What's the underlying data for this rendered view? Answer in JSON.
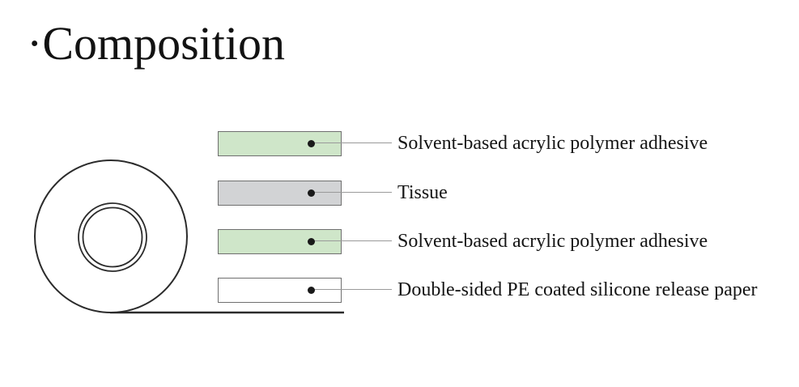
{
  "title": {
    "text": "·Composition"
  },
  "diagram": {
    "layers": [
      {
        "label": "Solvent-based acrylic polymer adhesive",
        "fill": "#cfe6c9"
      },
      {
        "label": "Tissue",
        "fill": "#d2d3d5"
      },
      {
        "label": "Solvent-based acrylic polymer adhesive",
        "fill": "#cfe6c9"
      },
      {
        "label": "Double-sided PE coated silicone release paper",
        "fill": "#ffffff"
      }
    ],
    "colors": {
      "layer_border": "#6f6f6f",
      "leader_line": "#9a9a9a",
      "callout_dot": "#1a1a1a",
      "roll_outline": "#2b2b2b",
      "adhesive_green": "#cfe6c9",
      "tissue_gray": "#d2d3d5"
    }
  }
}
